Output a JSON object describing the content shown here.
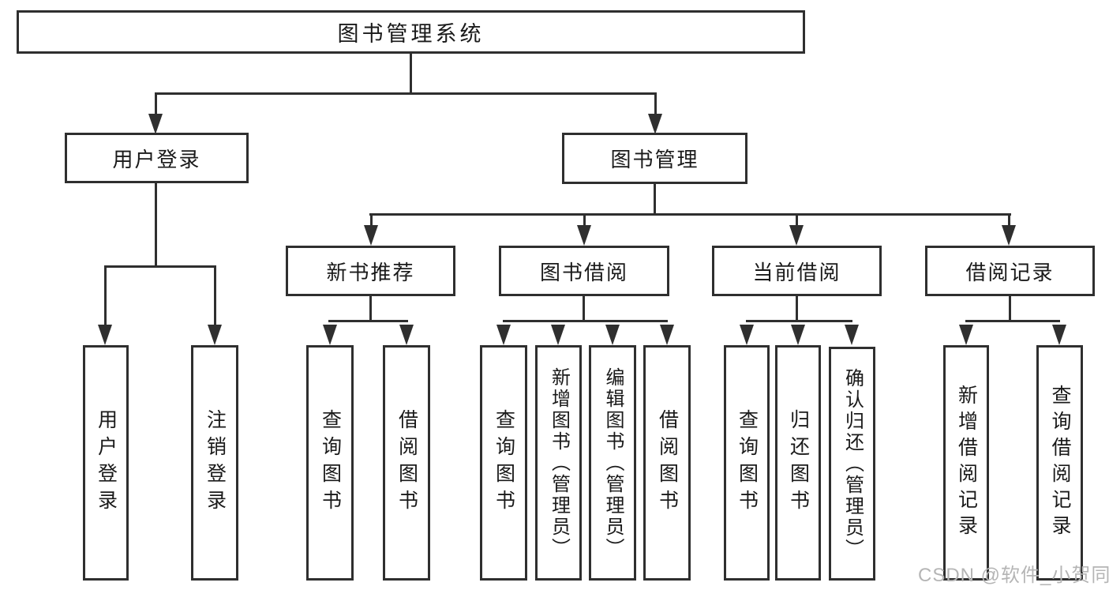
{
  "title": {
    "label": "图书管理系统"
  },
  "level2": {
    "user_login": "用户登录",
    "book_mgmt": "图书管理"
  },
  "level3": {
    "new_books": "新书推荐",
    "borrowing": "图书借阅",
    "current": "当前借阅",
    "records": "借阅记录"
  },
  "leaves": {
    "user_login": [
      "用户登录",
      "注销登录"
    ],
    "new_books": [
      "查询图书",
      "借阅图书"
    ],
    "borrowing": [
      "查询图书",
      "新增图书（管理员）",
      "编辑图书（管理员）",
      "借阅图书"
    ],
    "current": [
      "查询图书",
      "归还图书",
      "确认归还（管理员）"
    ],
    "records": [
      "新增借阅记录",
      "查询借阅记录"
    ]
  },
  "watermark": "CSDN @软件_小贺同学",
  "colors": {
    "line": "#2f2f2f",
    "text": "#1a1a1a",
    "watermark": "#b5b5b5",
    "background": "#ffffff"
  }
}
